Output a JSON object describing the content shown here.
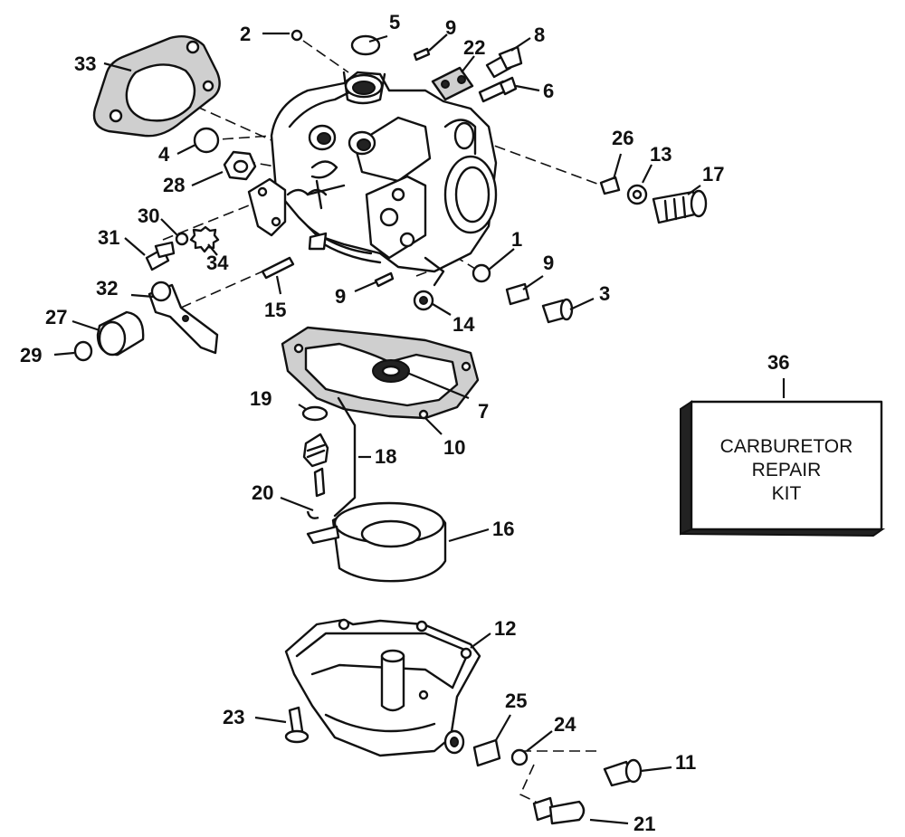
{
  "callouts": [
    {
      "id": "1",
      "label": "1"
    },
    {
      "id": "2",
      "label": "2"
    },
    {
      "id": "3",
      "label": "3"
    },
    {
      "id": "4",
      "label": "4"
    },
    {
      "id": "5",
      "label": "5"
    },
    {
      "id": "6",
      "label": "6"
    },
    {
      "id": "7",
      "label": "7"
    },
    {
      "id": "8",
      "label": "8"
    },
    {
      "id": "9a",
      "label": "9"
    },
    {
      "id": "9b",
      "label": "9"
    },
    {
      "id": "10",
      "label": "10"
    },
    {
      "id": "11",
      "label": "11"
    },
    {
      "id": "12",
      "label": "12"
    },
    {
      "id": "13",
      "label": "13"
    },
    {
      "id": "14",
      "label": "14"
    },
    {
      "id": "15",
      "label": "15"
    },
    {
      "id": "16",
      "label": "16"
    },
    {
      "id": "17",
      "label": "17"
    },
    {
      "id": "18",
      "label": "18"
    },
    {
      "id": "19",
      "label": "19"
    },
    {
      "id": "20",
      "label": "20"
    },
    {
      "id": "21",
      "label": "21"
    },
    {
      "id": "22",
      "label": "22"
    },
    {
      "id": "23",
      "label": "23"
    },
    {
      "id": "24",
      "label": "24"
    },
    {
      "id": "25",
      "label": "25"
    },
    {
      "id": "26",
      "label": "26"
    },
    {
      "id": "27",
      "label": "27"
    },
    {
      "id": "28",
      "label": "28"
    },
    {
      "id": "29",
      "label": "29"
    },
    {
      "id": "30",
      "label": "30"
    },
    {
      "id": "31",
      "label": "31"
    },
    {
      "id": "32",
      "label": "32"
    },
    {
      "id": "33",
      "label": "33"
    },
    {
      "id": "34",
      "label": "34"
    },
    {
      "id": "35",
      "label": "35"
    },
    {
      "id": "36",
      "label": "36"
    }
  ],
  "repair_kit": {
    "lines": [
      "CARBURETOR",
      "REPAIR",
      "KIT"
    ]
  }
}
